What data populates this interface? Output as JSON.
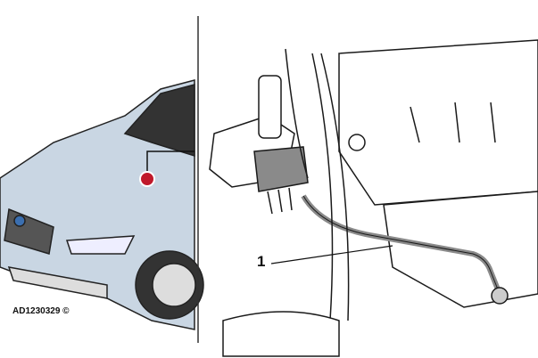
{
  "figure": {
    "reference_code": "AD1230329 ©",
    "callouts": [
      {
        "number": "1",
        "label_text": "1"
      }
    ],
    "colors": {
      "car_body": "#c9d6e3",
      "marker": "#c0192b",
      "line": "#1a1a1a",
      "hose": "#8a8a8a"
    }
  }
}
